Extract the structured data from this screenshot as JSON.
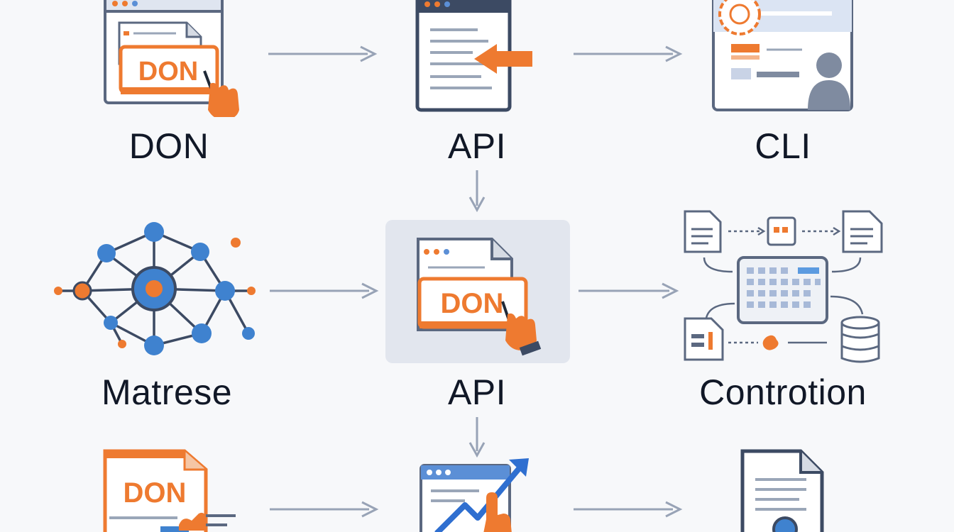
{
  "diagram": {
    "row1": [
      {
        "icon": "document-pointer-icon",
        "label": "DON",
        "badge": "DON"
      },
      {
        "icon": "browser-api-icon",
        "label": "API"
      },
      {
        "icon": "profile-config-icon",
        "label": "CLI"
      }
    ],
    "row2": [
      {
        "icon": "network-graph-icon",
        "label": "Matrese"
      },
      {
        "icon": "document-pointer-icon",
        "label": "API",
        "badge": "DON"
      },
      {
        "icon": "data-flow-icon",
        "label": "Controtion"
      }
    ],
    "row3": [
      {
        "icon": "document-pointer-icon",
        "badge": "DON"
      },
      {
        "icon": "growth-chart-icon"
      },
      {
        "icon": "document-magnifier-icon"
      }
    ]
  },
  "colors": {
    "accent": "#ee7a30",
    "blue": "#3f82cf",
    "slate": "#5b6880",
    "arrow": "#98a3b6",
    "label": "#111827"
  }
}
